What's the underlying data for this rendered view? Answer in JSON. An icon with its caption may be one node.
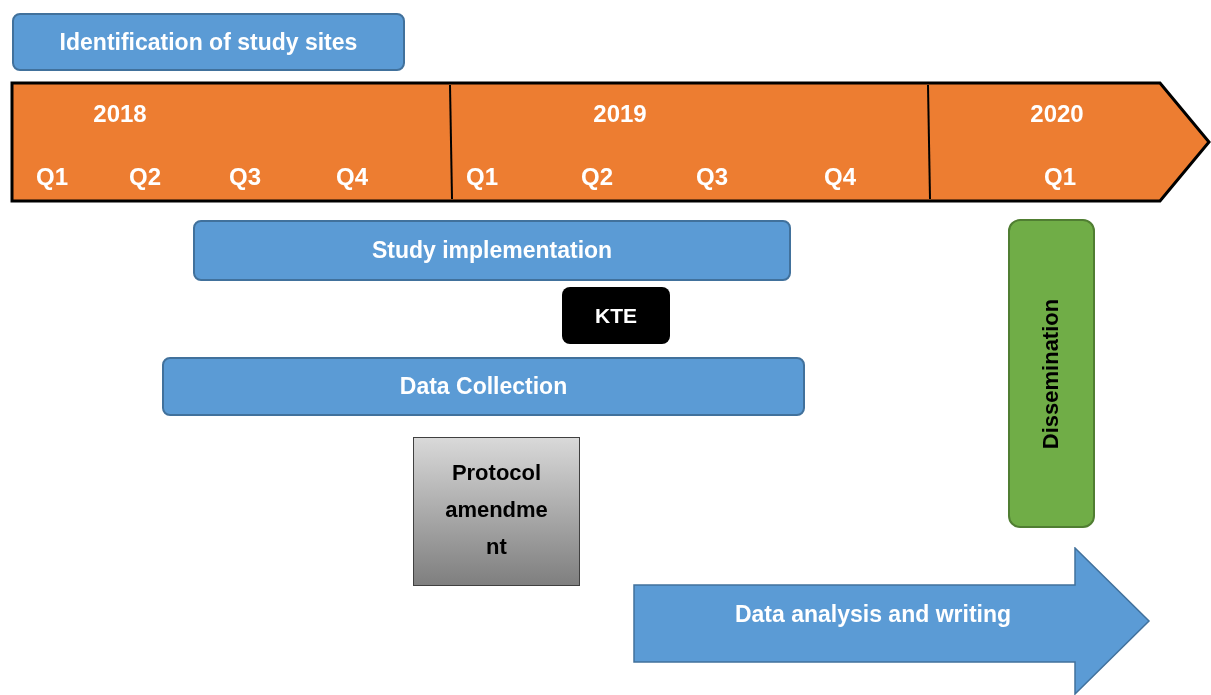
{
  "diagram": {
    "nodes": [
      {
        "text": [
          "Identification of study sites"
        ]
      },
      {
        "text": [
          "2018",
          "Q1",
          "Q2",
          "Q3",
          "Q4",
          "2019",
          "Q1",
          "Q2",
          "Q3",
          "Q4",
          "2020",
          "Q1"
        ]
      },
      {
        "text": [
          "Study implementation"
        ]
      },
      {
        "text": [
          "KTE"
        ]
      },
      {
        "text": [
          "Data Collection"
        ]
      },
      {
        "text": [
          "Protocol amendment"
        ]
      },
      {
        "text": [
          "Dissemination"
        ]
      },
      {
        "text": [
          "Data analysis and writing"
        ]
      }
    ]
  }
}
